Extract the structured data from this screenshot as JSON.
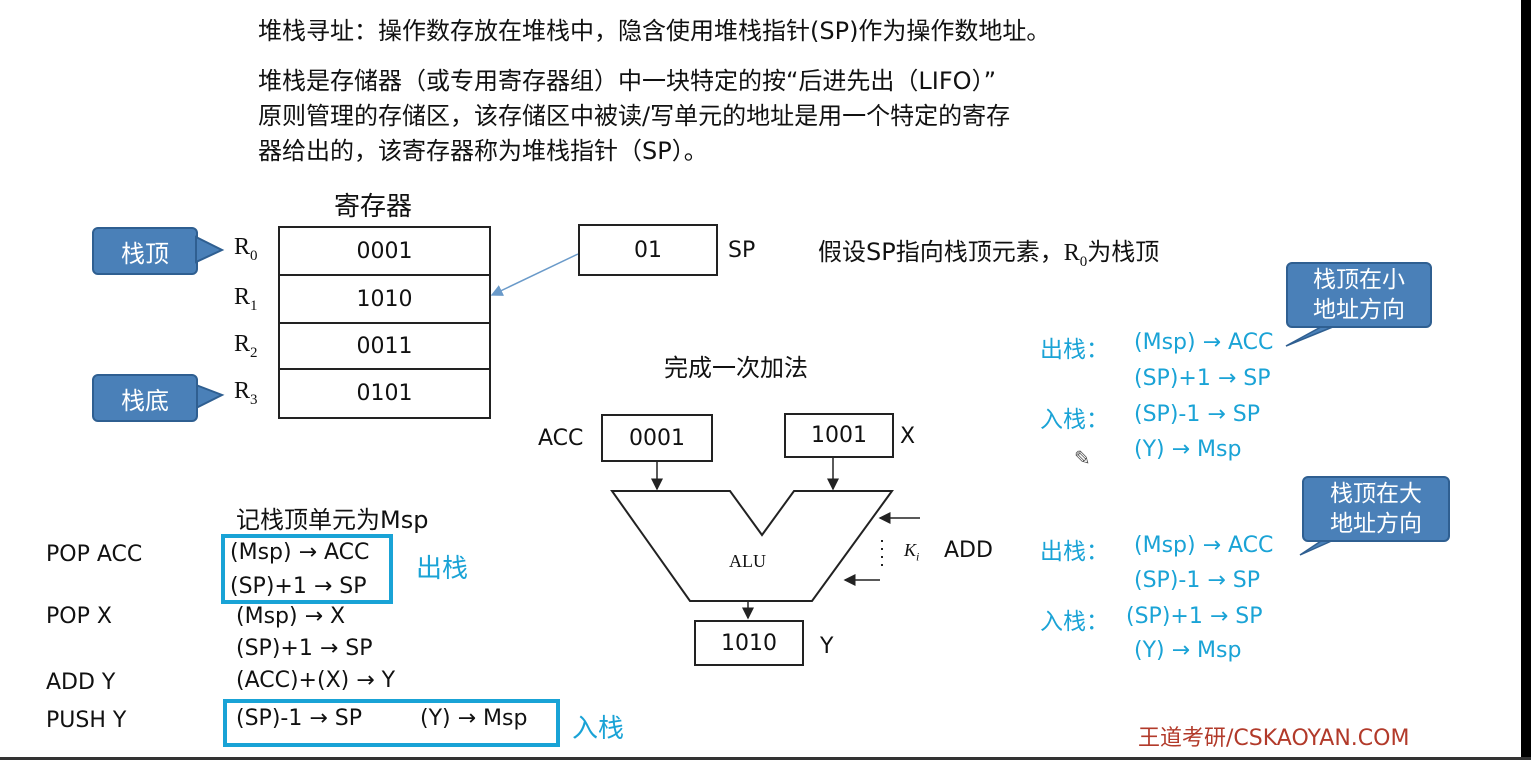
{
  "heading": {
    "line1": "堆栈寻址：操作数存放在堆栈中，隐含使用堆栈指针(SP)作为操作数地址。",
    "para": [
      "堆栈是存储器（或专用寄存器组）中一块特定的按“后进先出（LIFO）”",
      "原则管理的存储区，该存储区中被读/写单元的地址是用一个特定的寄存",
      "器给出的，该寄存器称为堆栈指针（SP）。"
    ]
  },
  "registers": {
    "title": "寄存器",
    "names": [
      "R",
      "R",
      "R",
      "R"
    ],
    "subs": [
      "0",
      "1",
      "2",
      "3"
    ],
    "values": [
      "0001",
      "1010",
      "0011",
      "0101"
    ]
  },
  "callouts": {
    "top": "栈顶",
    "bottom": "栈底",
    "small_addr": "栈顶在小\n地址方向",
    "big_addr": "栈顶在大\n地址方向"
  },
  "sp": {
    "value": "01",
    "label": "SP",
    "note_pre": "假设SP指向栈顶元素，",
    "note_r": "R",
    "note_sub": "0",
    "note_post": "为栈顶"
  },
  "alu": {
    "title": "完成一次加法",
    "acc_label": "ACC",
    "acc_value": "0001",
    "x_value": "1001",
    "x_label": "X",
    "alu_label": "ALU",
    "k_label": "K",
    "k_sub": "i",
    "add_label": "ADD",
    "y_value": "1010",
    "y_label": "Y"
  },
  "program": {
    "note": "记栈顶单元为Msp",
    "rows": [
      {
        "instr": "POP  ACC",
        "ops": [
          "(Msp) → ACC",
          "(SP)+1 → SP"
        ]
      },
      {
        "instr": "POP X",
        "ops": [
          "(Msp) → X",
          "(SP)+1 → SP"
        ]
      },
      {
        "instr": "ADD Y",
        "ops": [
          "(ACC)+(X) → Y"
        ]
      },
      {
        "instr": "PUSH Y",
        "ops": [
          "(SP)-1 → SP",
          "(Y) → Msp"
        ]
      }
    ],
    "pop_tag": "出栈",
    "push_tag": "入栈"
  },
  "small_dir": {
    "pop_label": "出栈：",
    "pop_ops": [
      "(Msp) → ACC",
      "(SP)+1 → SP"
    ],
    "push_label": "入栈：",
    "push_ops": [
      "(SP)-1 → SP",
      "(Y) → Msp"
    ]
  },
  "big_dir": {
    "pop_label": "出栈：",
    "pop_ops": [
      "(Msp) → ACC",
      "(SP)-1 → SP"
    ],
    "push_label": "入栈：",
    "push_ops": [
      "(SP)+1 → SP",
      "(Y) → Msp"
    ]
  },
  "watermark": "王道考研/CSKAOYAN.COM",
  "colors": {
    "callout": "#4a80b8",
    "cyan": "#1aa3d6",
    "watermark": "#b23a2a"
  }
}
